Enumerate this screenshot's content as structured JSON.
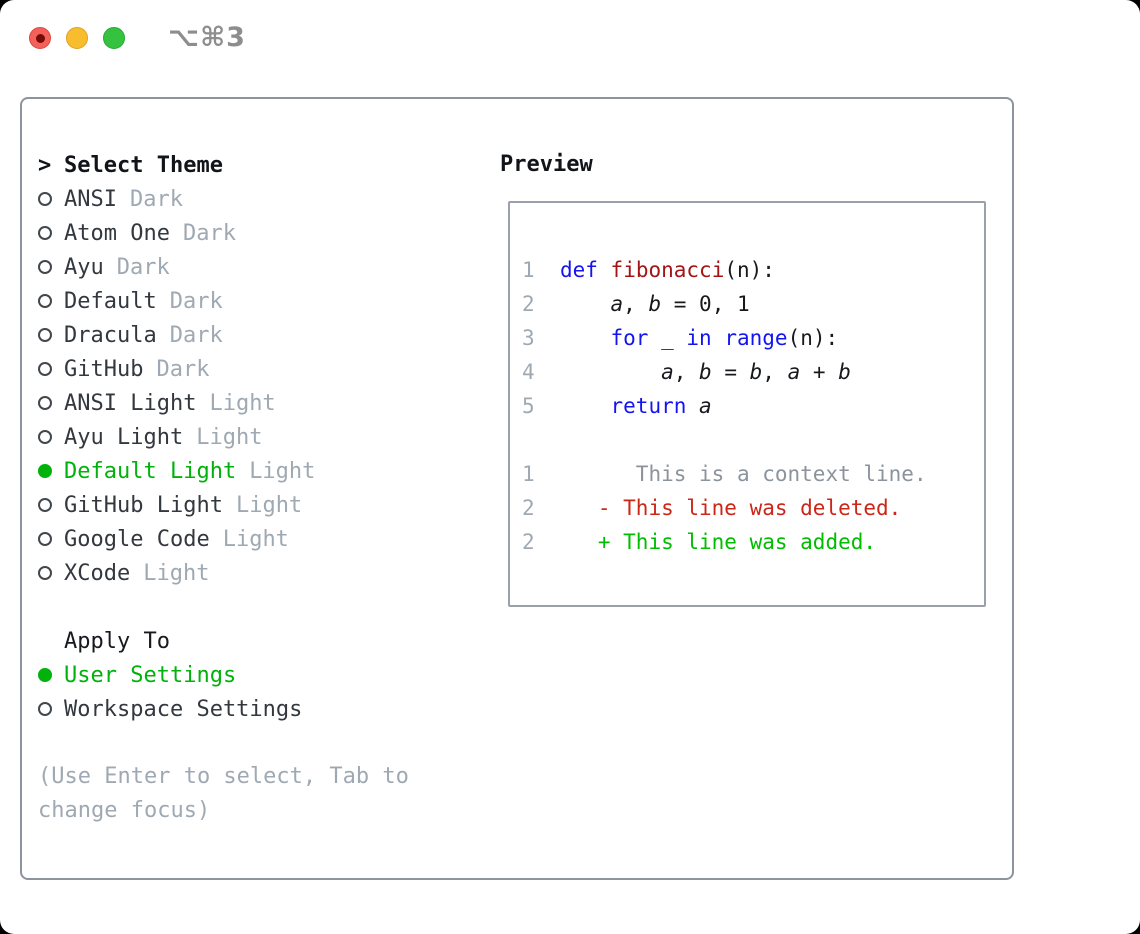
{
  "titlebar": {
    "shortcut": "⌥⌘3"
  },
  "theme_list": {
    "title_prefix": ">",
    "title": "Select Theme",
    "items": [
      {
        "name": "ANSI",
        "variant": "Dark",
        "selected": false
      },
      {
        "name": "Atom One",
        "variant": "Dark",
        "selected": false
      },
      {
        "name": "Ayu",
        "variant": "Dark",
        "selected": false
      },
      {
        "name": "Default",
        "variant": "Dark",
        "selected": false
      },
      {
        "name": "Dracula",
        "variant": "Dark",
        "selected": false
      },
      {
        "name": "GitHub",
        "variant": "Dark",
        "selected": false
      },
      {
        "name": "ANSI Light",
        "variant": "Light",
        "selected": false
      },
      {
        "name": "Ayu Light",
        "variant": "Light",
        "selected": false
      },
      {
        "name": "Default Light",
        "variant": "Light",
        "selected": true
      },
      {
        "name": "GitHub Light",
        "variant": "Light",
        "selected": false
      },
      {
        "name": "Google Code",
        "variant": "Light",
        "selected": false
      },
      {
        "name": "XCode",
        "variant": "Light",
        "selected": false
      }
    ]
  },
  "apply_to": {
    "title": "Apply To",
    "options": [
      {
        "label": "User Settings",
        "selected": true
      },
      {
        "label": "Workspace Settings",
        "selected": false
      }
    ]
  },
  "hint": "(Use Enter to select, Tab to change focus)",
  "preview": {
    "title": "Preview",
    "lines": [
      {
        "number": "1",
        "segments": [
          {
            "c": "pl",
            "t": "  "
          },
          {
            "c": "kw",
            "t": "def"
          },
          {
            "c": "pl",
            "t": " "
          },
          {
            "c": "fn",
            "t": "fibonacci"
          },
          {
            "c": "pl",
            "t": "(n):"
          }
        ]
      },
      {
        "number": "2",
        "segments": [
          {
            "c": "pl",
            "t": "      "
          },
          {
            "c": "var",
            "t": "a"
          },
          {
            "c": "pl",
            "t": ", "
          },
          {
            "c": "var",
            "t": "b"
          },
          {
            "c": "pl",
            "t": " = 0, 1"
          }
        ]
      },
      {
        "number": "3",
        "segments": [
          {
            "c": "pl",
            "t": "      "
          },
          {
            "c": "kw",
            "t": "for"
          },
          {
            "c": "pl",
            "t": " _ "
          },
          {
            "c": "kw",
            "t": "in"
          },
          {
            "c": "pl",
            "t": " "
          },
          {
            "c": "kw",
            "t": "range"
          },
          {
            "c": "pl",
            "t": "(n):"
          }
        ]
      },
      {
        "number": "4",
        "segments": [
          {
            "c": "pl",
            "t": "          "
          },
          {
            "c": "var",
            "t": "a"
          },
          {
            "c": "pl",
            "t": ", "
          },
          {
            "c": "var",
            "t": "b"
          },
          {
            "c": "pl",
            "t": " = "
          },
          {
            "c": "var",
            "t": "b"
          },
          {
            "c": "pl",
            "t": ", "
          },
          {
            "c": "var",
            "t": "a"
          },
          {
            "c": "pl",
            "t": " + "
          },
          {
            "c": "var",
            "t": "b"
          }
        ]
      },
      {
        "number": "5",
        "segments": [
          {
            "c": "pl",
            "t": "      "
          },
          {
            "c": "kw",
            "t": "return"
          },
          {
            "c": "pl",
            "t": " "
          },
          {
            "c": "var",
            "t": "a"
          }
        ]
      },
      {
        "number": "",
        "segments": []
      },
      {
        "number": "1",
        "segments": [
          {
            "c": "ctx",
            "t": "        This is a context line."
          }
        ]
      },
      {
        "number": "2",
        "segments": [
          {
            "c": "pl",
            "t": "     "
          },
          {
            "c": "del",
            "t": "- This line was deleted."
          }
        ]
      },
      {
        "number": "2",
        "segments": [
          {
            "c": "pl",
            "t": "     "
          },
          {
            "c": "add",
            "t": "+ This line was added."
          }
        ]
      }
    ]
  },
  "colors": {
    "kw": "#1414f0",
    "fn": "#a31515",
    "pl": "#17191c",
    "lno": "#9fa9b3",
    "ctx": "#8b939c",
    "del": "#cc2617",
    "add": "#00bd00",
    "sel": "#00b20b",
    "name": "#33383f",
    "muted": "#9fa9b3",
    "panel_border": "#8d949d",
    "preview_border": "#9aa1aa",
    "shortcut": "#8d8d8d",
    "bullet": "#42474e"
  }
}
